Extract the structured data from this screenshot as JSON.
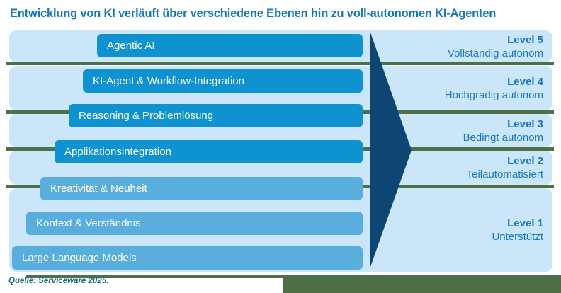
{
  "title": "Entwicklung von KI verläuft über verschiedene Ebenen hin zu voll-autonomen KI-Agenten",
  "source": "Quelle: Serviceware 2025.",
  "bars": [
    {
      "label": "Agentic AI",
      "tone": "dark"
    },
    {
      "label": "KI-Agent & Workflow-Integration",
      "tone": "dark"
    },
    {
      "label": "Reasoning & Problemlösung",
      "tone": "dark"
    },
    {
      "label": "Applikationsintegration",
      "tone": "dark"
    },
    {
      "label": "Kreativität & Neuheit",
      "tone": "light"
    },
    {
      "label": "Kontext & Verständnis",
      "tone": "light"
    },
    {
      "label": "Large Language Models",
      "tone": "light"
    }
  ],
  "levels": [
    {
      "name": "Level 5",
      "subtitle": "Vollständig autonom"
    },
    {
      "name": "Level 4",
      "subtitle": "Hochgradig autonom"
    },
    {
      "name": "Level 3",
      "subtitle": "Bedingt autonom"
    },
    {
      "name": "Level 2",
      "subtitle": "Teilautomatisiert"
    },
    {
      "name": "Level 1",
      "subtitle": "Unterstützt"
    }
  ],
  "colors": {
    "title_text": "#1577bd",
    "level_text": "#1a78bf",
    "band_background": "#cbe6f8",
    "bar_dark": "#0e92d0",
    "bar_light": "#5aaedd",
    "arrow": "#0d4672",
    "separator_green": "#4d7046",
    "source_text": "#17697c",
    "bar_text": "#ffffff"
  }
}
